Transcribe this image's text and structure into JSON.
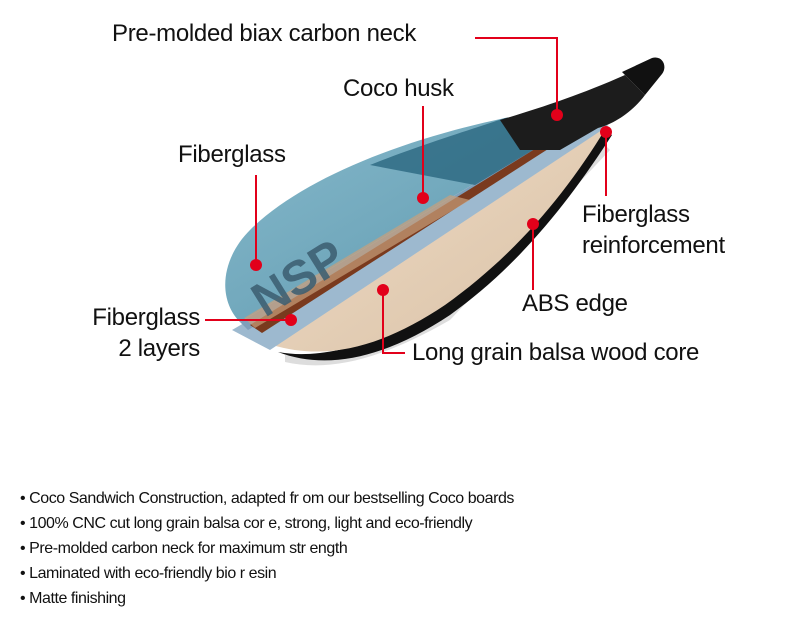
{
  "callouts": {
    "neck": "Pre-molded biax carbon neck",
    "coco_husk": "Coco husk",
    "fiberglass": "Fiberglass",
    "reinforcement_line1": "Fiberglass",
    "reinforcement_line2": "reinforcement",
    "abs_edge": "ABS edge",
    "two_layers_line1": "Fiberglass",
    "two_layers_line2": "2 layers",
    "balsa_core": "Long grain balsa wood core"
  },
  "features": [
    "Coco Sandwich Construction, adapted fr om our bestselling Coco boards",
    "100% CNC cut long grain balsa cor e, strong, light and eco-friendly",
    "Pre-molded carbon neck for maximum str ength",
    "Laminated with eco-friendly bio r esin",
    "Matte finishing"
  ],
  "colors": {
    "callout_red": "#e2001a",
    "blade_blue": "#6fa7bd",
    "wood": "#e6d2bb",
    "carbon": "#1c1c1c"
  }
}
